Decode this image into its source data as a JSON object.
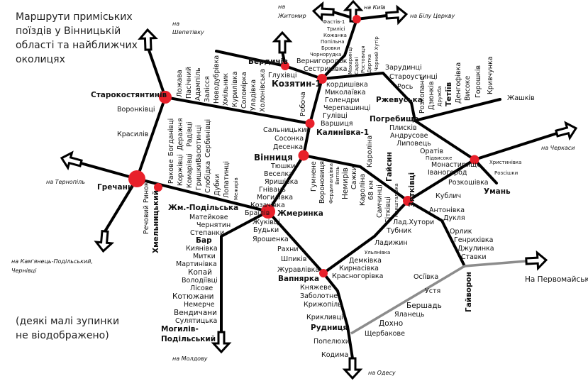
{
  "title": [
    "Маршрути приміських",
    "поїздів у Вінницькій",
    "області та найближчих",
    "околицях"
  ],
  "note": [
    "(деякі малі зупинки",
    "не віодображено)"
  ],
  "directions": {
    "shepetivka": [
      "на",
      "Шепетівку"
    ],
    "zhytomyr": [
      "на",
      "Житомир"
    ],
    "kyiv": "на Київ",
    "bila_tserkva": "на Білу Церкву",
    "cherkasy": "на Черкаси",
    "ternopil": "на Тернопіль",
    "kamianets": [
      "на Кам'янець-Подільський,",
      "Чернівці"
    ],
    "moldova": "на Молдову",
    "odesa": "на Одесу",
    "pervomaisk": "На Первомайськ"
  },
  "hubs": {
    "fastiv": "Фастів-1",
    "berdychiv": "Бердичів",
    "koziatyn": "Козятин-1",
    "starokostiantyniv": "Старокостянтинів",
    "kalynivka": "Калинівка-1",
    "vinnytsia": "Вінниця",
    "hrechany": "Гречани",
    "khmelnytskyi": "Хмельницький",
    "zhmerynka": "Жмеринка",
    "zhm_podilska": "Жм.-Подільська",
    "vapniarka": "Вапнярка",
    "ziatkivtsi": "Зятківці",
    "khrystynivka": "Христинівка",
    "bar": "Бар",
    "mohyliv": [
      "Могилів-",
      "Подільський"
    ],
    "rudnytsia": "Рудниця",
    "haivoron": "Гайворон",
    "haisyn": "Гайсин",
    "uman": "Умань",
    "pohrebyshche": "Погребище",
    "rzhevuska": "Ржевуська",
    "tetiiv": "Тетіїв"
  },
  "stations": {
    "fastiv_koziatyn": [
      "Трилісі",
      "Кожанка",
      "Попільна",
      "Бровки",
      "Чорнорудка",
      "Вернигородок",
      "Сестринівка"
    ],
    "fastiv_vertical": [
      "Махаринці",
      "Садові",
      "Ростовиця",
      "Дертка",
      "Чорний Хутір"
    ],
    "berdychiv": [
      "Глухівці"
    ],
    "koziatyn_kalynivka": [
      "кордишівка",
      "Миколаївка",
      "Голендри",
      "Черепашинці",
      "Гулівці",
      "Варшиця",
      "Робоча"
    ],
    "starokost_kalynivka": [
      "Ложава",
      "Пасічний",
      "Адампіль",
      "Залісся",
      "Новодубрівка",
      "Хмільник",
      "Курилівка",
      "Соломірка",
      "Уладівка",
      "Холонівська"
    ],
    "starokost_hrechany": [
      "Воронківці",
      "Красилів"
    ],
    "kalynivka_vinnytsia": [
      "Сальницький",
      "Сосонка",
      "Десенка"
    ],
    "vinnytsia_zhmerynka": [
      "Тюшки",
      "Веселка",
      "Яришівка",
      "Гнівань",
      "Могилівка",
      "Козачівка",
      "Браїлів"
    ],
    "hrechany_zhmerynka": [
      "Речовий Ринок",
      "Ракове",
      "Богданівці",
      "Коржівці",
      "Деражня",
      "Комарівці",
      "Радівці",
      "Гришки",
      "Васютинці",
      "Слобідка",
      "Сербинівці",
      "Дубки",
      "Лопатинці",
      "Межирів"
    ],
    "zhmerynka_mohyliv": [
      "Матейкове",
      "Чернятин",
      "Степанки",
      "Киянівка",
      "Митки",
      "Мартинівка",
      "Копай",
      "Володіївці",
      "Лісове",
      "Котюжани",
      "Немерче",
      "Вендичани",
      "Сулятицька"
    ],
    "zhmerynka_odesa": [
      "Жуківці",
      "Будьки",
      "Ярошенка",
      "Рахни",
      "Шпиків",
      "Журавлівка",
      "Княжеве",
      "Заболотне",
      "Крижопіль",
      "Крикливці",
      "Попелюхи",
      "Кодима"
    ],
    "rudnytsia_haivoron": [
      "Щербакове",
      "Дохно",
      "Яланець",
      "Бершадь",
      "Устя",
      "Осіївка"
    ],
    "vinnytsia_ziatkivtsi": [
      "Гумнене",
      "Вороновиця",
      "Фердинандівка",
      "Витязь",
      "Немирів",
      "Сажки",
      "Кароліна",
      "68 км",
      "Кароліна",
      "Самчинці",
      "Сітківці",
      "Кришталівка"
    ],
    "ziatkivtsi_haivoron": [
      "Кублич",
      "Антонівка",
      "Дукля",
      "Орлик",
      "Генрихівка",
      "Джулинка",
      "Ставки"
    ],
    "ziatkivtsi_vapniarka": [
      "Лад.Хутори",
      "Тубник",
      "Ладижин",
      "Ульянівка",
      "Демківка",
      "Кирнасівка",
      "Красногорівка"
    ],
    "koziatyn_uman": [
      "Зарудинці",
      "Староустинці",
      "Рось",
      "Плисків",
      "Андрусове",
      "Липовець",
      "Оратів",
      "Підвисоке",
      "Монастирище",
      "Іваногород",
      "Розкошівка",
      "Розсішки"
    ],
    "pohrebyshche_zhashkiv": [
      "Розкопане",
      "Дзюнків",
      "Дружба",
      "Денгофівка",
      "Високе",
      "Горошків",
      "Кривчунка",
      "Жашків"
    ]
  },
  "colors": {
    "hub": "#e8202a",
    "line": "#000000",
    "secondary_line": "#8c8c8c"
  }
}
